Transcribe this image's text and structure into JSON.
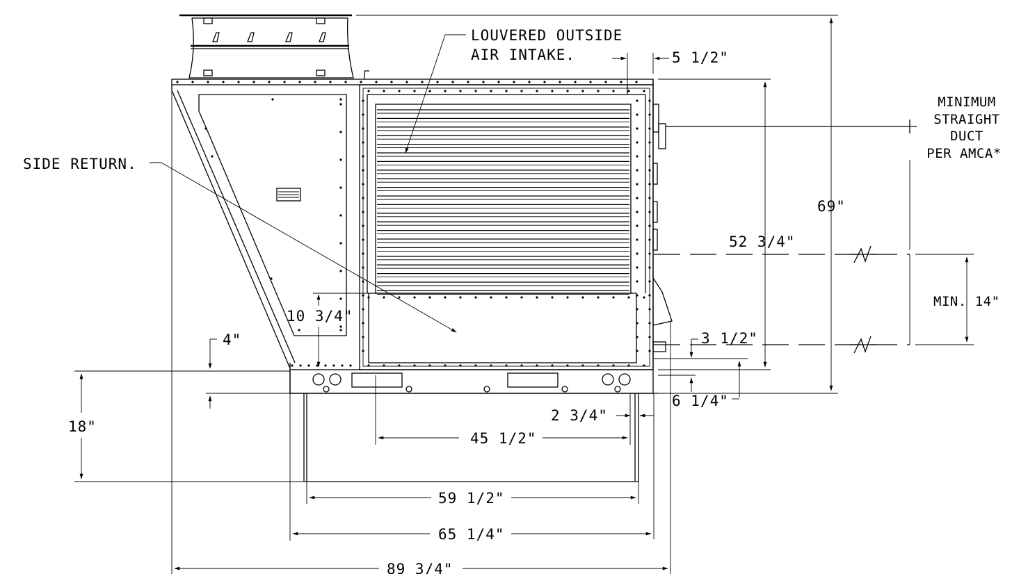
{
  "callouts": {
    "louvered_line1": "LOUVERED OUTSIDE",
    "louvered_line2": "AIR INTAKE.",
    "side_return": "SIDE RETURN.",
    "duct_line1": "MINIMUM",
    "duct_line2": "STRAIGHT",
    "duct_line3": "DUCT",
    "duct_line4": "PER AMCA*"
  },
  "dimensions": {
    "d_5_1_2": "5 1/2\"",
    "d_69": "69\"",
    "d_52_3_4": "52 3/4\"",
    "d_min_14": "MIN. 14\"",
    "d_10_3_4": "10 3/4\"",
    "d_4": "4\"",
    "d_3_1_2": "3 1/2\"",
    "d_6_1_4": "6 1/4\"",
    "d_18": "18\"",
    "d_2_3_4": "2 3/4\"",
    "d_45_1_2": "45 1/2\"",
    "d_59_1_2": "59 1/2\"",
    "d_65_1_4": "65 1/4\"",
    "d_89_3_4": "89 3/4\""
  }
}
